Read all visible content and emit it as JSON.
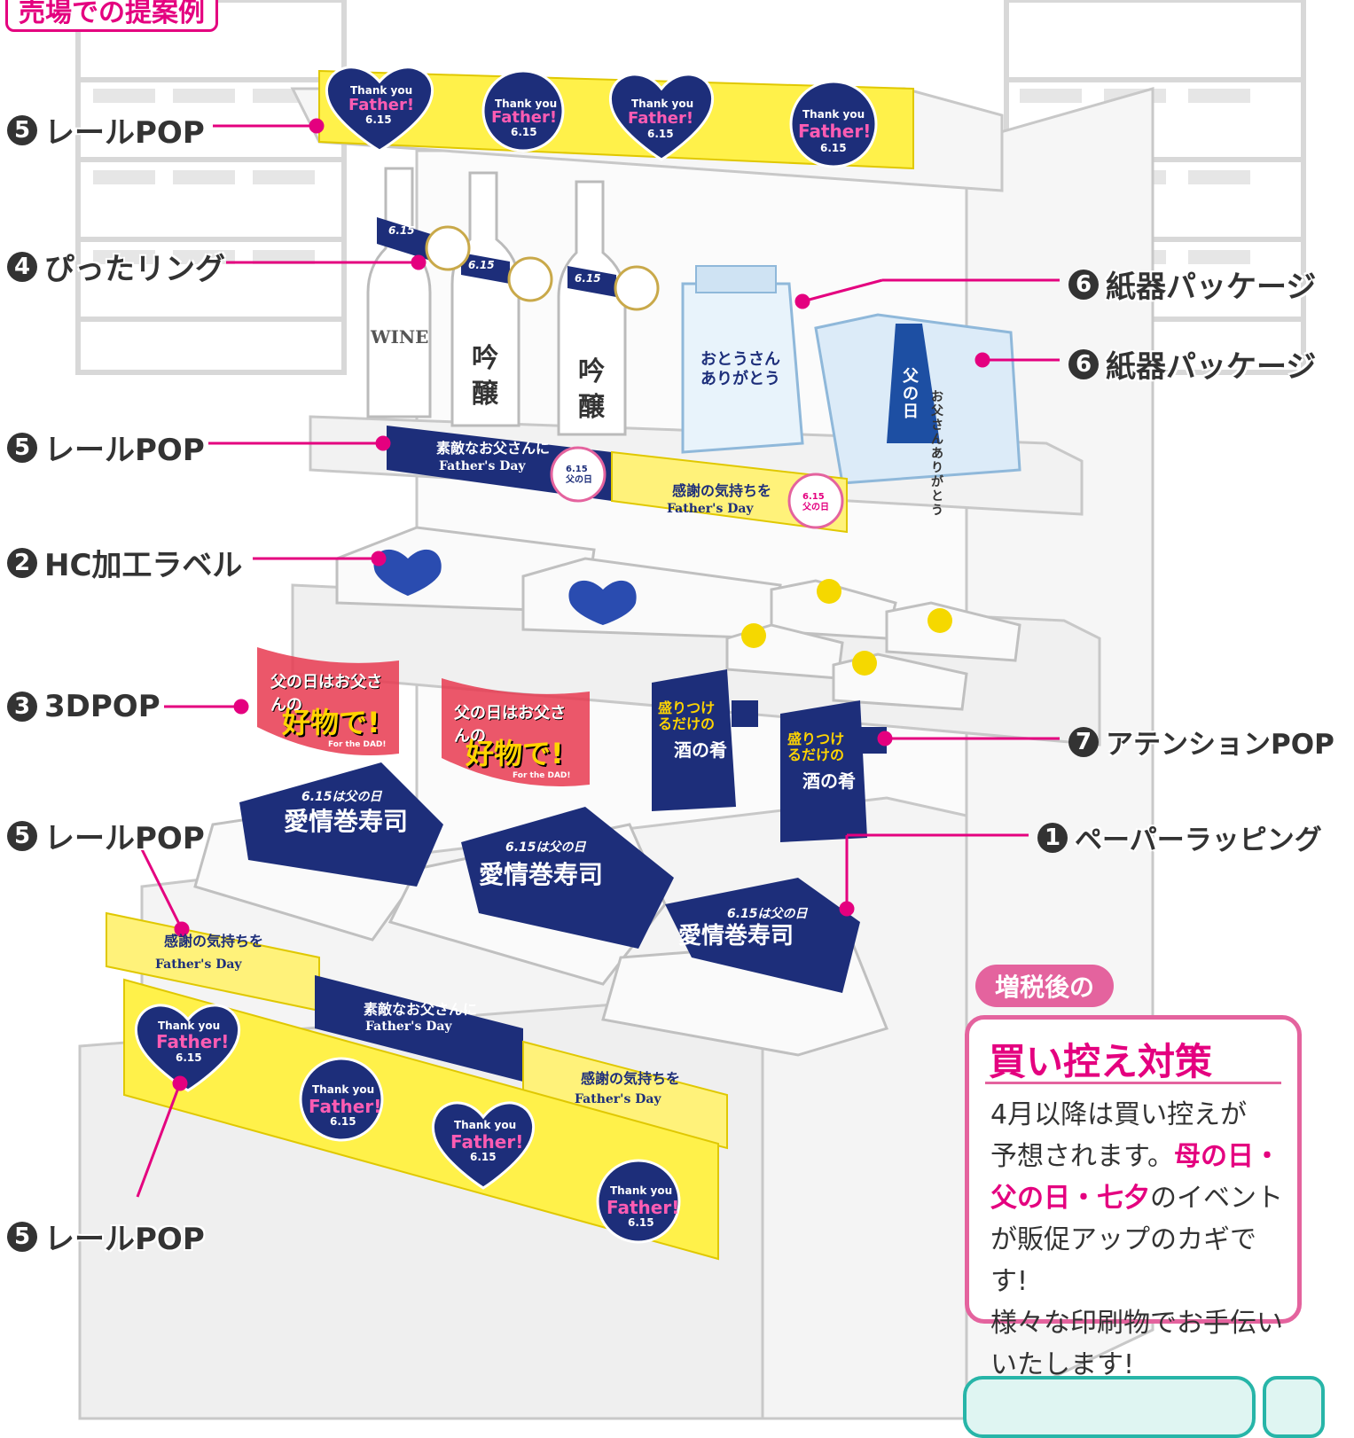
{
  "header": {
    "title": "売場での提案例"
  },
  "labels": {
    "rail_pop_1": {
      "num": "5",
      "text": "レールPOP"
    },
    "ring": {
      "num": "4",
      "text": "ぴったリング"
    },
    "rail_pop_2": {
      "num": "5",
      "text": "レールPOP"
    },
    "hc_label": {
      "num": "2",
      "text": "HC加工ラベル"
    },
    "pop3d": {
      "num": "3",
      "text": "3DPOP"
    },
    "rail_pop_3": {
      "num": "5",
      "text": "レールPOP"
    },
    "rail_pop_4": {
      "num": "5",
      "text": "レールPOP"
    },
    "package_1": {
      "num": "6",
      "text": "紙器パッケージ"
    },
    "package_2": {
      "num": "6",
      "text": "紙器パッケージ"
    },
    "attention_pop": {
      "num": "7",
      "text": "アテンションPOP"
    },
    "paper_wrap": {
      "num": "1",
      "text": "ペーパーラッピング"
    }
  },
  "pop_texts": {
    "thank_you": "Thank you",
    "father": "Father!",
    "date": "6.15",
    "nice_father": "素敵なお父さんに",
    "fathers_day": "Father's Day",
    "fathers_day_badge": "6.15 父の日",
    "gratitude": "感謝の気持ちを",
    "wine": "WINE",
    "ginjo": "吟醸",
    "otosan_arigatou": "おとうさんありがとう",
    "chichi_no_hi": "父の日",
    "otosan_arigatou2": "お父さんありがとう",
    "favorite_1": "父の日はお父さんの",
    "favorite_2": "好物で!",
    "for_dad": "For the DAD!",
    "moritsukeru": "盛りつけるだけの",
    "sake_no_sakana": "酒の肴",
    "sushi_sub": "6.15は父の日",
    "sushi_main": "愛情巻寿司"
  },
  "callout": {
    "pill": "増税後の",
    "heading": "買い控え対策",
    "line1": "4月以降は買い控えが",
    "line2a": "予想されます。",
    "line2b": "母の日・",
    "line3a": "父の日・七夕",
    "line3b": "のイベント",
    "line4": "が販促アップのカギです!",
    "line5": "様々な印刷物でお手伝い",
    "line6": "いたします!"
  },
  "colors": {
    "accent": "#e4007f",
    "pink": "#e4639e",
    "navy": "#1d2e7a",
    "yellow": "#fff14a",
    "teal": "#27b5a8"
  }
}
